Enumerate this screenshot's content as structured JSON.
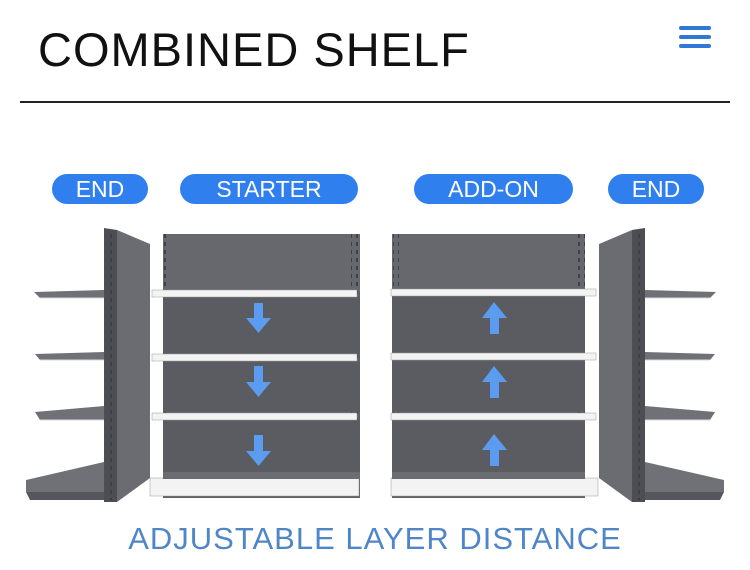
{
  "header": {
    "title": "COMBINED SHELF",
    "menu_icon": "hamburger-menu-icon"
  },
  "labels": {
    "end_left": "END",
    "starter": "STARTER",
    "add_on": "ADD-ON",
    "end_right": "END"
  },
  "caption": "ADJUSTABLE LAYER DISTANCE",
  "colors": {
    "accent": "#2f80ee",
    "caption": "#4f86c7",
    "shelf_body": "#5e6066",
    "shelf_board": "#f2f2f2",
    "arrow": "#5b9bf0"
  },
  "illustration": {
    "starter_arrow_direction": "down",
    "add_on_arrow_direction": "up",
    "starter_arrow_icon": "arrow-down-icon",
    "add_on_arrow_icon": "arrow-up-icon"
  }
}
